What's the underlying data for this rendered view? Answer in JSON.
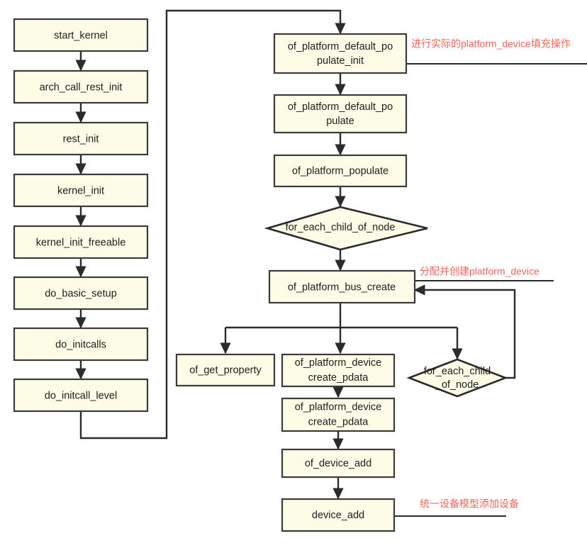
{
  "diagram": {
    "title": "Linux kernel platform_device population call flow",
    "colors": {
      "node_fill": "#fcfce7",
      "node_stroke": "#3b3b3b",
      "edge": "#2b2b2b",
      "annotation": "#f4645a",
      "background": "#ffffff"
    },
    "left_column": {
      "nodes": [
        {
          "id": "start_kernel",
          "label": "start_kernel"
        },
        {
          "id": "arch_call_rest_init",
          "label": "arch_call_rest_init"
        },
        {
          "id": "rest_init",
          "label": "rest_init"
        },
        {
          "id": "kernel_init",
          "label": "kernel_init"
        },
        {
          "id": "kernel_init_freeable",
          "label": "kernel_init_freeable"
        },
        {
          "id": "do_basic_setup",
          "label": "do_basic_setup"
        },
        {
          "id": "do_initcalls",
          "label": "do_initcalls"
        },
        {
          "id": "do_initcall_level",
          "label": "do_initcall_level"
        }
      ]
    },
    "right_column": {
      "nodes": [
        {
          "id": "of_platform_default_populate_init",
          "line1": "of_platform_default_po",
          "line2": "pulate_init"
        },
        {
          "id": "of_platform_default_populate",
          "line1": "of_platform_default_po",
          "line2": "pulate"
        },
        {
          "id": "of_platform_populate",
          "line1": "of_platform_populate",
          "line2": ""
        },
        {
          "id": "for_each_child_of_node_1",
          "line1": "for_each_child_of_node",
          "line2": "",
          "shape": "diamond"
        },
        {
          "id": "of_platform_bus_create",
          "line1": "of_platform_bus_create",
          "line2": ""
        }
      ]
    },
    "branch_row": {
      "nodes": [
        {
          "id": "of_get_property",
          "line1": "of_get_property",
          "line2": ""
        },
        {
          "id": "of_platform_device_create_pdata_a",
          "line1": "of_platform_device",
          "line2": "create_pdata"
        },
        {
          "id": "for_each_child_of_node_2",
          "line1": "for_each_child",
          "line2": "_of_node",
          "shape": "diamond"
        }
      ]
    },
    "tail_column": {
      "nodes": [
        {
          "id": "of_platform_device_create_pdata_b",
          "line1": "of_platform_device",
          "line2": "create_pdata"
        },
        {
          "id": "of_device_add",
          "line1": "of_device_add",
          "line2": ""
        },
        {
          "id": "device_add",
          "line1": "device_add",
          "line2": ""
        }
      ]
    },
    "annotations": [
      {
        "id": "annot-populate-init",
        "text": "进行实际的platform_device填充操作"
      },
      {
        "id": "annot-bus-create",
        "text": "分配并创建platform_device"
      },
      {
        "id": "annot-device-add",
        "text": "统一设备模型添加设备"
      }
    ]
  }
}
